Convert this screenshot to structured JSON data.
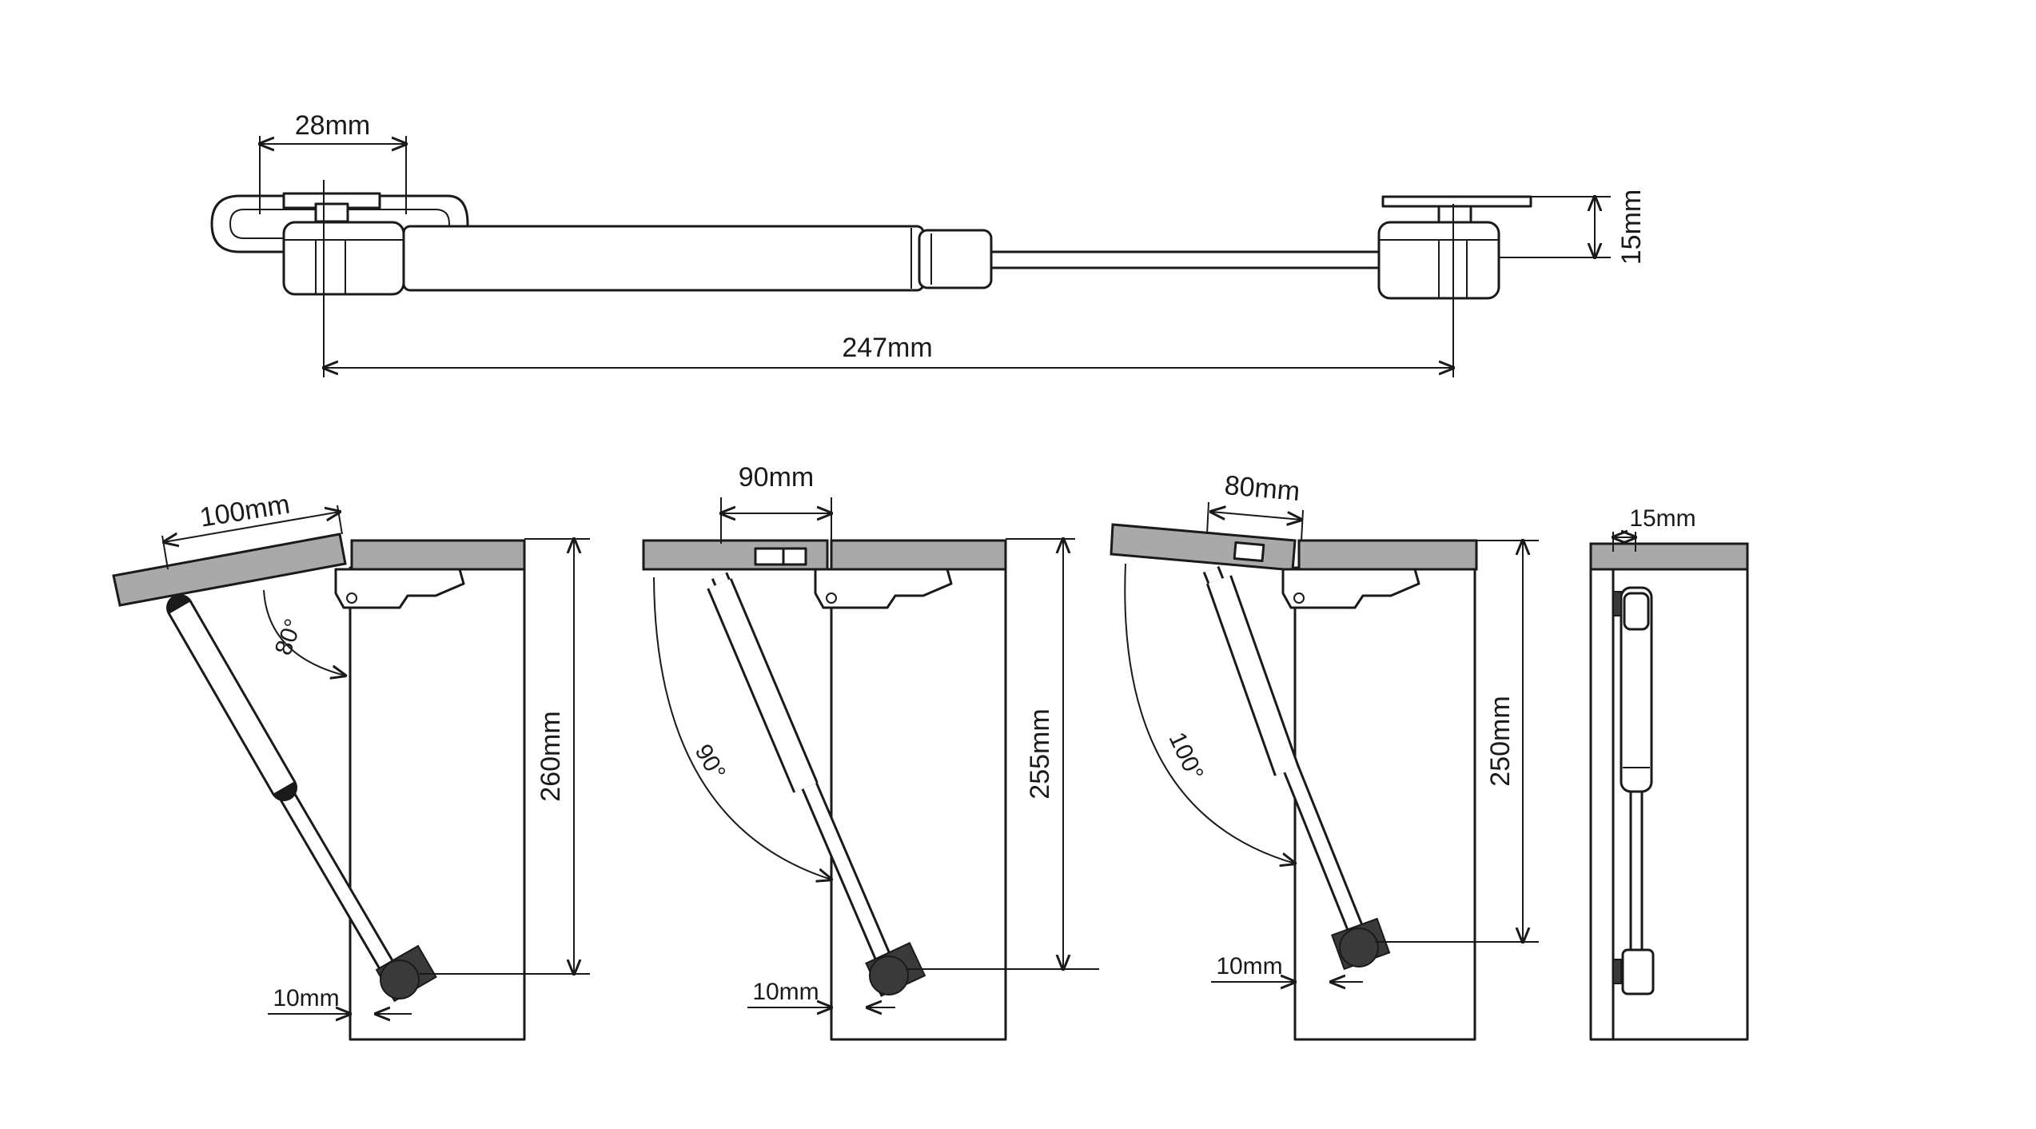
{
  "top_view": {
    "dim_mount_width": "28mm",
    "dim_total_length": "247mm",
    "dim_height": "15mm"
  },
  "views": [
    {
      "id": "80",
      "angle": "80°",
      "lid_overhang": "100mm",
      "height": "260mm",
      "offset": "10mm"
    },
    {
      "id": "90",
      "angle": "90°",
      "lid_overhang": "90mm",
      "height": "255mm",
      "offset": "10mm"
    },
    {
      "id": "100",
      "angle": "100°",
      "lid_overhang": "80mm",
      "height": "250mm",
      "offset": "10mm"
    }
  ],
  "closed_view": {
    "depth": "15mm"
  },
  "colors": {
    "line": "#1a1a1a",
    "panel": "#a9a9a9",
    "background": "#ffffff"
  }
}
